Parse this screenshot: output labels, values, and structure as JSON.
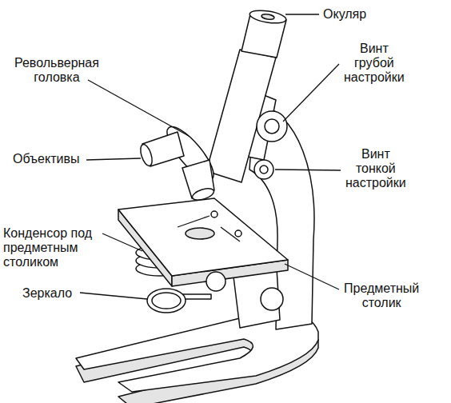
{
  "diagram": {
    "labels": [
      "Окуляр",
      "Револьверная головка",
      "Винт грубой настройки",
      "Объективы",
      "Винт тонкой настройки",
      "Конденсор под предметным столиком",
      "Зеркало",
      "Предметный столик"
    ]
  }
}
